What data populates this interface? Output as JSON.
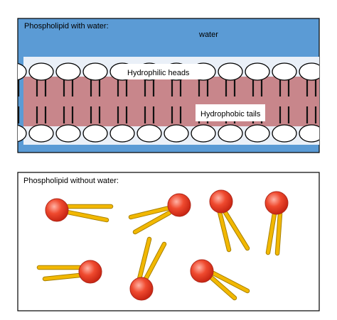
{
  "panel_top": {
    "title": "Phospholipid with water:",
    "water_label": "water",
    "heads_label": "Hydrophilic heads",
    "tails_label": "Hydrophobic tails",
    "colors": {
      "water": "#5b9bd5",
      "membrane_interior": "#c8868b",
      "head_fill": "#ffffff",
      "tail_line": "#111111",
      "border": "#000000"
    }
  },
  "panel_bottom": {
    "title": "Phospholipid without water:",
    "molecule_count": 7,
    "colors": {
      "head_fill": "#e0301e",
      "head_highlight": "#ff9a8a",
      "tail_fill": "#f2b800",
      "tail_outline": "#a88000",
      "border": "#000000"
    }
  }
}
